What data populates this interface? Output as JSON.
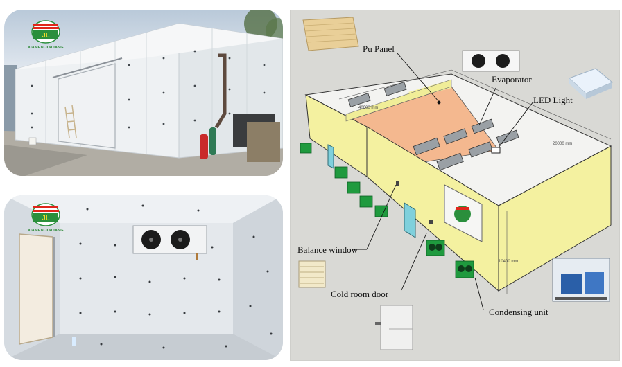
{
  "brand": {
    "name": "XIAMEN JIALIANG",
    "colors": {
      "red": "#e0261b",
      "green": "#2a8f3c",
      "yellow": "#f3dc2a"
    }
  },
  "photos": [
    {
      "name": "exterior",
      "subject": "cold room exterior"
    },
    {
      "name": "interior",
      "subject": "cold room interior with evaporator"
    }
  ],
  "diagram": {
    "labels": {
      "pu_panel": "Pu Panel",
      "evaporator": "Evaporator",
      "led_light": "LED Light",
      "balance_window": "Balance window",
      "cold_room_door": "Cold room door",
      "condensing_unit": "Condensing unit"
    },
    "dimensions": {
      "width": "40000 mm",
      "length": "20000 mm",
      "height": "10400 mm"
    },
    "colors": {
      "wall_yellow": "#f4f1a0",
      "floor_orange": "#f4b88f",
      "roof_white": "#f3f3f1",
      "unit_green": "#1f9a3e"
    }
  }
}
